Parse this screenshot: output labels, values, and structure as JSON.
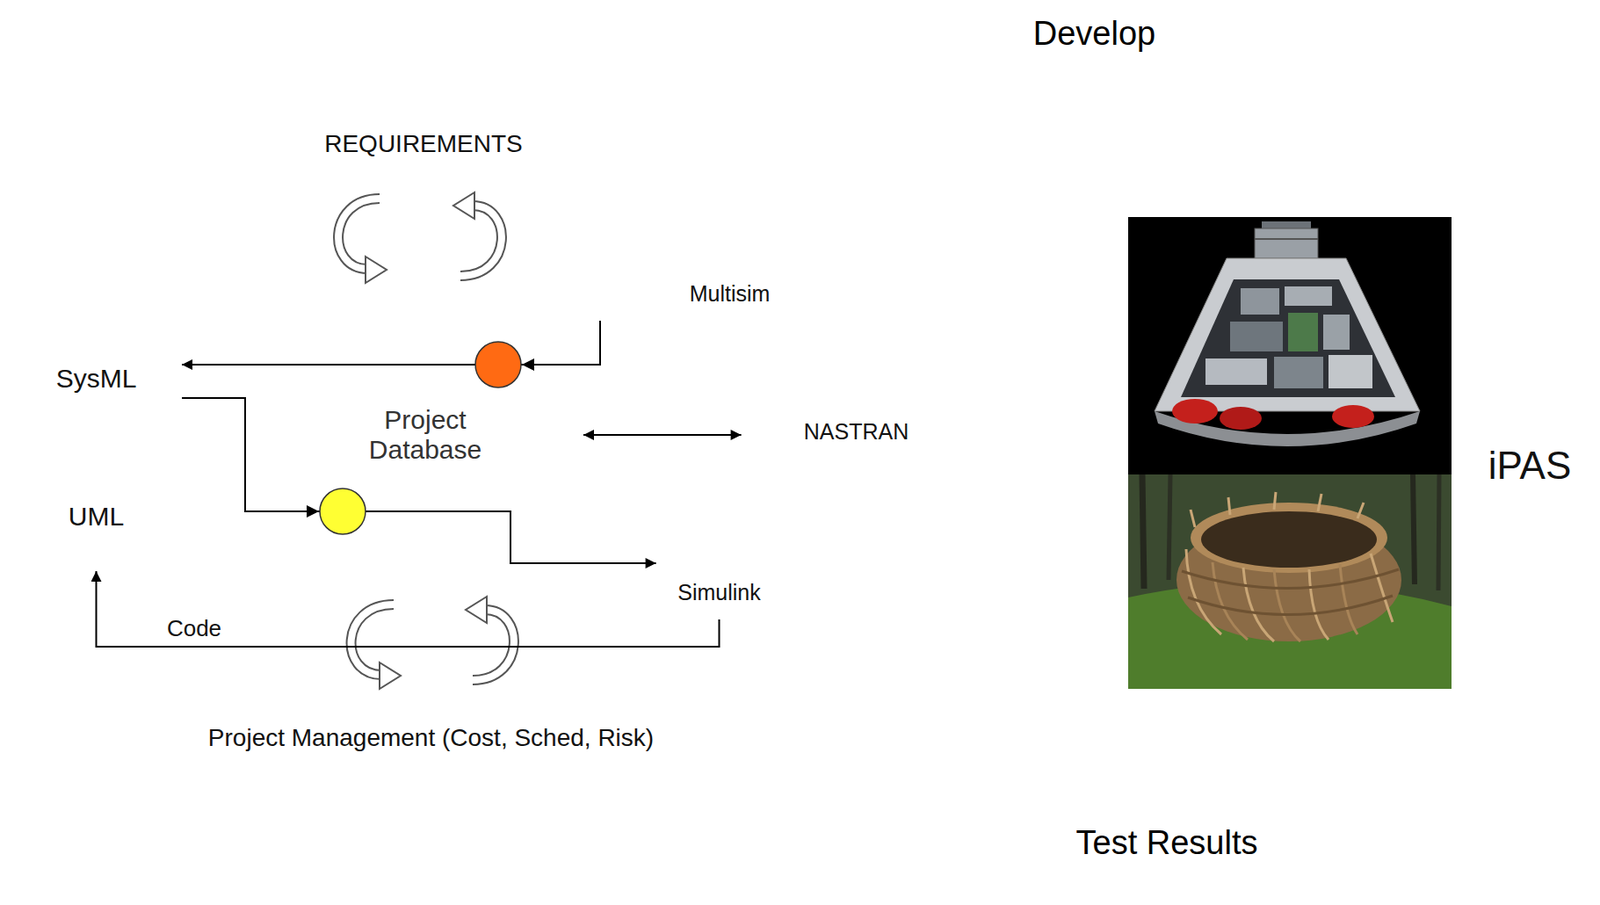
{
  "diagram": {
    "nodes": [
      {
        "text": [
          "Develop"
        ]
      },
      {
        "text": [
          "REQUIREMENTS"
        ]
      },
      {
        "text": [
          "SysML"
        ]
      },
      {
        "text": [
          "Project Database"
        ]
      },
      {
        "text": [
          "Multisim"
        ]
      },
      {
        "text": [
          "NASTRAN"
        ]
      },
      {
        "text": [
          "UML"
        ]
      },
      {
        "text": [
          "Simulink"
        ]
      },
      {
        "text": [
          "iPAS"
        ]
      },
      {
        "text": [
          "Project Management (Cost, Sched, Risk)"
        ]
      },
      {
        "text": [
          "Test Results"
        ]
      }
    ],
    "edges": [
      {
        "from": 4,
        "to": 2,
        "arrow": "to"
      },
      {
        "from": 2,
        "to": 7,
        "arrow": "to"
      },
      {
        "from": 3,
        "to": 5,
        "arrow": "both"
      },
      {
        "from": 7,
        "to": 6,
        "arrow": "to",
        "label": "Code"
      }
    ]
  }
}
